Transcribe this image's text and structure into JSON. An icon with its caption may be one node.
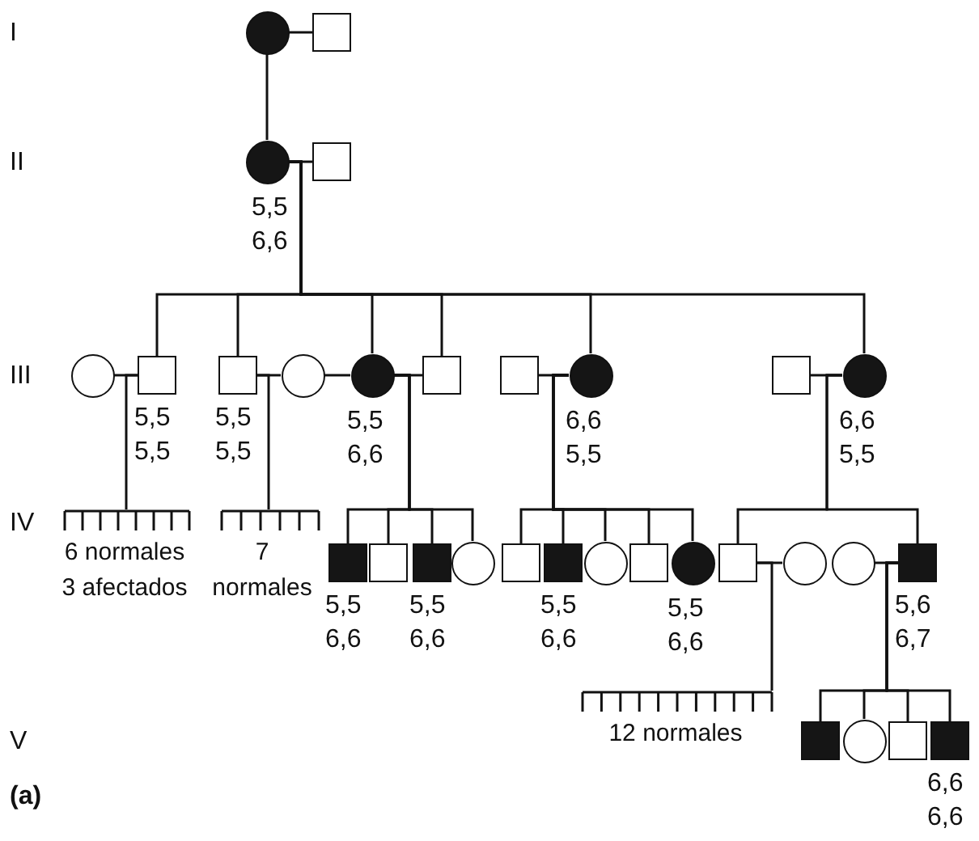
{
  "diagram": {
    "nodes": [
      {
        "text": [],
        "shape": "disc"
      },
      {
        "text": [],
        "shape": "box"
      },
      {
        "text": [],
        "shape": "disc",
        "beside": [
          "5,5",
          "6,6"
        ]
      },
      {
        "text": [],
        "shape": "box"
      },
      {
        "text": [],
        "shape": "circle"
      },
      {
        "text": [],
        "shape": "box",
        "beside": [
          "5,5",
          "5,5"
        ]
      },
      {
        "text": [],
        "shape": "box",
        "beside": [
          "5,5",
          "5,5"
        ]
      },
      {
        "text": [],
        "shape": "circle"
      },
      {
        "text": [],
        "shape": "disc",
        "beside": [
          "5,5",
          "6,6"
        ]
      },
      {
        "text": [],
        "shape": "box"
      },
      {
        "text": [],
        "shape": "box"
      },
      {
        "text": [],
        "shape": "disc",
        "beside": [
          "6,6",
          "5,5"
        ]
      },
      {
        "text": [],
        "shape": "box"
      },
      {
        "text": [],
        "shape": "disc",
        "beside": [
          "6,6",
          "5,5"
        ]
      },
      {
        "text": [
          "6 normales",
          "3 afectados"
        ]
      },
      {
        "text": [
          "7 normales"
        ]
      },
      {
        "text": [],
        "shape": "block",
        "beside": [
          "5,5",
          "6,6"
        ]
      },
      {
        "text": [],
        "shape": "box"
      },
      {
        "text": [],
        "shape": "block",
        "beside": [
          "5,5",
          "6,6"
        ]
      },
      {
        "text": [],
        "shape": "circle"
      },
      {
        "text": [],
        "shape": "box"
      },
      {
        "text": [],
        "shape": "block",
        "beside": [
          "5,5",
          "6,6"
        ]
      },
      {
        "text": [],
        "shape": "circle"
      },
      {
        "text": [],
        "shape": "box"
      },
      {
        "text": [],
        "shape": "disc",
        "beside": [
          "5,5",
          "6,6"
        ]
      },
      {
        "text": [],
        "shape": "box"
      },
      {
        "text": [],
        "shape": "circle"
      },
      {
        "text": [],
        "shape": "circle"
      },
      {
        "text": [],
        "shape": "block",
        "beside": [
          "5,6",
          "6,7"
        ]
      },
      {
        "text": [
          "12 normales"
        ]
      },
      {
        "text": [],
        "shape": "block"
      },
      {
        "text": [],
        "shape": "circle"
      },
      {
        "text": [],
        "shape": "box"
      },
      {
        "text": [],
        "shape": "block",
        "beside": [
          "6,6",
          "6,6"
        ]
      }
    ],
    "edges": [
      {
        "from": 0,
        "to": 1,
        "arrow": "none"
      },
      {
        "from": 2,
        "to": 3,
        "arrow": "none"
      },
      {
        "from": 4,
        "to": 5,
        "arrow": "none"
      },
      {
        "from": 6,
        "to": 7,
        "arrow": "none"
      },
      {
        "from": 7,
        "to": 8,
        "arrow": "none"
      },
      {
        "from": 8,
        "to": 9,
        "arrow": "none"
      },
      {
        "from": 10,
        "to": 11,
        "arrow": "none"
      },
      {
        "from": 12,
        "to": 13,
        "arrow": "none"
      },
      {
        "from": 25,
        "to": 26,
        "arrow": "none"
      },
      {
        "from": 27,
        "to": 28,
        "arrow": "none"
      },
      {
        "from": 0,
        "to": 2,
        "arrow": "none"
      },
      {
        "from": 2,
        "to": 5,
        "arrow": "none"
      },
      {
        "from": 2,
        "to": 6,
        "arrow": "none"
      },
      {
        "from": 2,
        "to": 8,
        "arrow": "none"
      },
      {
        "from": 2,
        "to": 9,
        "arrow": "none"
      },
      {
        "from": 2,
        "to": 11,
        "arrow": "none"
      },
      {
        "from": 2,
        "to": 13,
        "arrow": "none"
      },
      {
        "from": 5,
        "to": 14,
        "arrow": "none"
      },
      {
        "from": 6,
        "to": 15,
        "arrow": "none"
      },
      {
        "from": 8,
        "to": 16,
        "arrow": "none"
      },
      {
        "from": 8,
        "to": 17,
        "arrow": "none"
      },
      {
        "from": 8,
        "to": 18,
        "arrow": "none"
      },
      {
        "from": 8,
        "to": 19,
        "arrow": "none"
      },
      {
        "from": 11,
        "to": 20,
        "arrow": "none"
      },
      {
        "from": 11,
        "to": 21,
        "arrow": "none"
      },
      {
        "from": 11,
        "to": 22,
        "arrow": "none"
      },
      {
        "from": 11,
        "to": 23,
        "arrow": "none"
      },
      {
        "from": 11,
        "to": 24,
        "arrow": "none"
      },
      {
        "from": 13,
        "to": 25,
        "arrow": "none"
      },
      {
        "from": 13,
        "to": 28,
        "arrow": "none"
      },
      {
        "from": 25,
        "to": 29,
        "arrow": "none"
      },
      {
        "from": 28,
        "to": 30,
        "arrow": "none"
      },
      {
        "from": 28,
        "to": 31,
        "arrow": "none"
      },
      {
        "from": 28,
        "to": 32,
        "arrow": "none"
      },
      {
        "from": 28,
        "to": 33,
        "arrow": "none"
      }
    ],
    "labels": [
      "I",
      "II",
      "III",
      "IV",
      "V",
      "(a)"
    ]
  }
}
